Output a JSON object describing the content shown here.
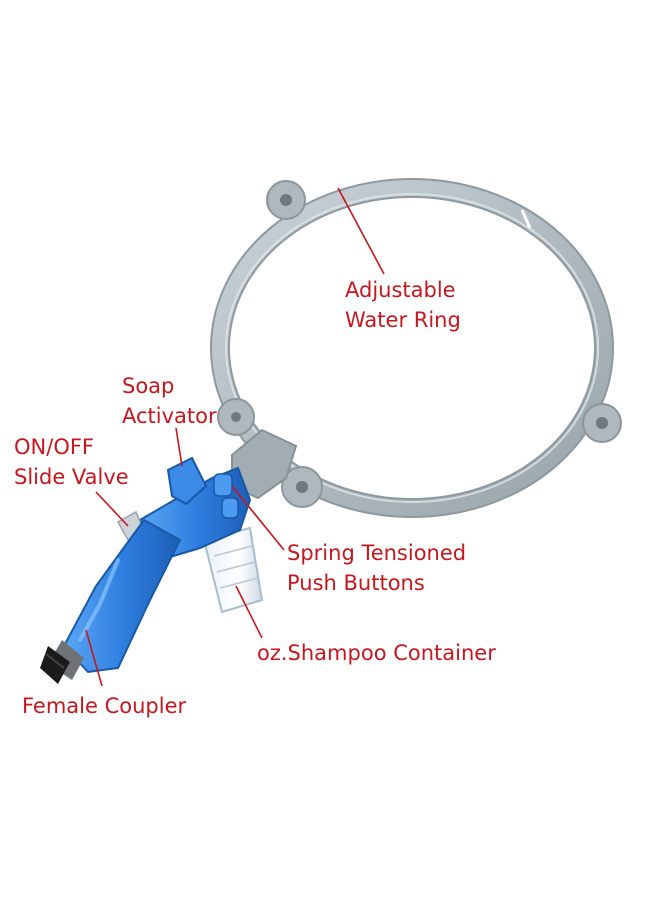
{
  "labels": {
    "water_ring": [
      "Adjustable",
      "Water Ring"
    ],
    "soap_activator": [
      "Soap",
      "Activator"
    ],
    "slide_valve": [
      "ON/OFF",
      "Slide Valve"
    ],
    "push_buttons": [
      "Spring Tensioned",
      "Push Buttons"
    ],
    "shampoo_container": "oz.Shampoo Container",
    "female_coupler": "Female Coupler"
  },
  "colors": {
    "label_text": "#c8161d",
    "leader_line": "#c8161d",
    "ring_gray": "#a9b4bb",
    "handle_blue": "#2f7fe0",
    "coupler_black": "#1b1b1b"
  }
}
